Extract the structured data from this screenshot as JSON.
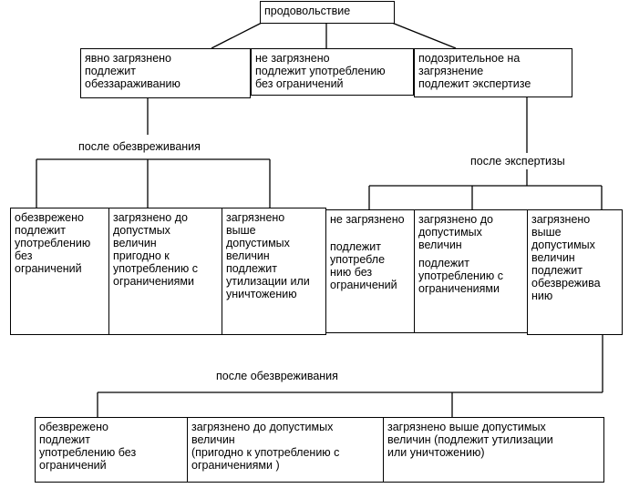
{
  "root": {
    "text": "продовольствие"
  },
  "level1": [
    {
      "text": "явно загрязнено\nподлежит\nобеззараживанию"
    },
    {
      "text": "не загрязнено\nподлежит употреблению\nбез ограничений"
    },
    {
      "text": "подозрительное на\nзагрязнение\nподлежит экспертизе"
    }
  ],
  "labels": {
    "after_disinfection_1": "после обезвреживания",
    "after_expertise": "после экспертизы",
    "after_disinfection_2": "после обезвреживания"
  },
  "level2_left": [
    {
      "text": "обезврежено\n подлежит\nупотреблению\nбез\nограничений"
    },
    {
      "text": "загрязнено до\nдопустмых\nвеличин\n пригодно к\nупотреблению с\nограничениями"
    },
    {
      "text": "загрязнено\nвыше\nдопустимых\nвеличин\n подлежит\nутилизации или\nуничтожению"
    }
  ],
  "level2_right": [
    {
      "line1": "не загрязнено",
      "line2": "подлежит\nупотребле\nнию без\nограничений"
    },
    {
      "line1": "загрязнено       до\nдопустимых\nвеличин",
      "line2": "подлежит\nупотреблению с\nограничениями"
    },
    {
      "text": "загрязнено\nвыше\nдопустимых\nвеличин\n подлежит\nобезврежива\nнию"
    }
  ],
  "level3": [
    {
      "text": "обезврежено\nподлежит\nупотреблению без\nограничений"
    },
    {
      "text": "загрязнено до допустимых\nвеличин\n(пригодно к употреблению с\nограничениями )"
    },
    {
      "text": "загрязнено       выше допустимых\nвеличин (подлежит утилизации\nили уничтожению)"
    }
  ]
}
